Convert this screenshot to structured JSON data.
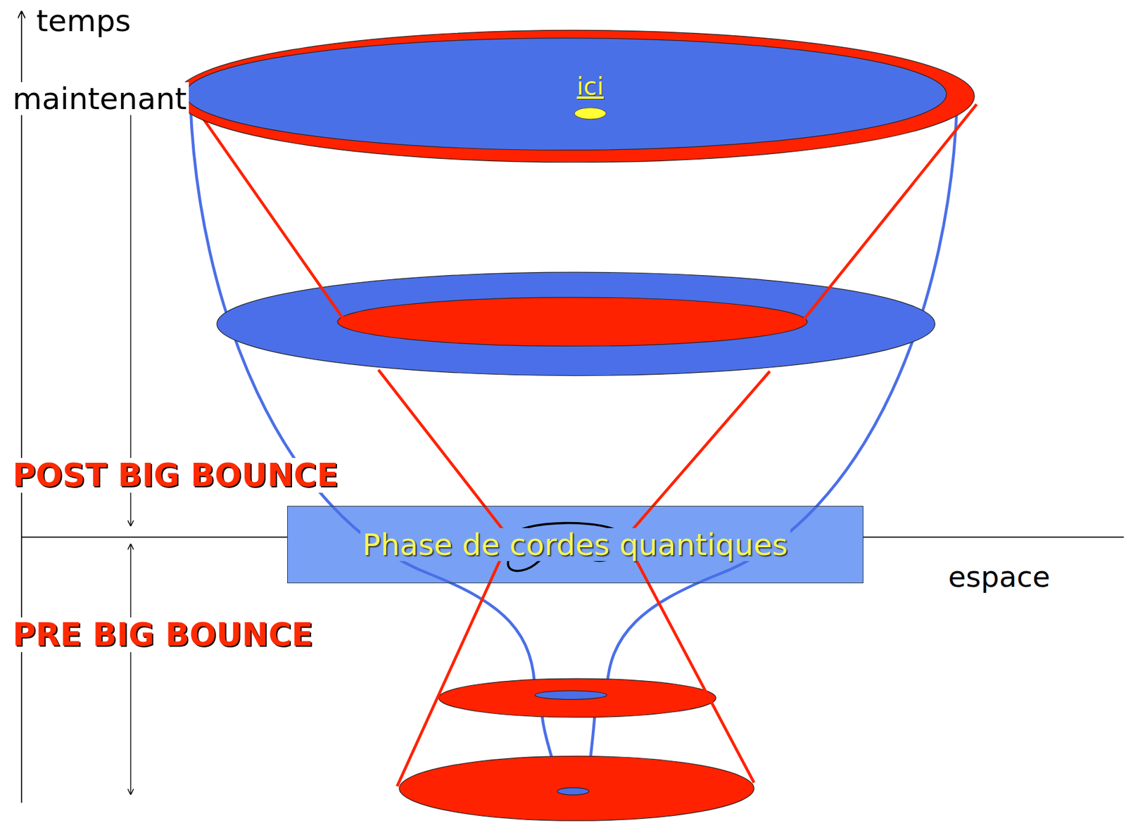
{
  "diagram": {
    "nodes": [
      {
        "text": [
          "ici"
        ]
      },
      {
        "text": [
          "Phase de cordes quantiques"
        ]
      }
    ],
    "labels": [
      "temps",
      "maintenant",
      "POST BIG BOUNCE",
      "PRE BIG BOUNCE",
      "espace"
    ]
  }
}
